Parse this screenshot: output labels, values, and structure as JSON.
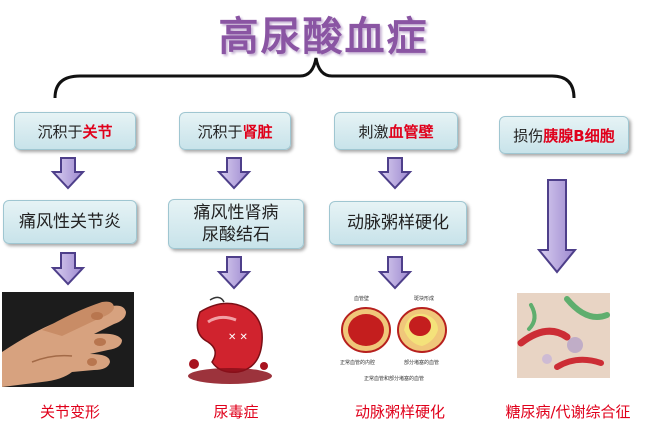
{
  "title": "高尿酸血症",
  "branches": [
    {
      "level1_prefix": "沉积于",
      "level1_highlight": "关节",
      "level2": [
        "痛风性关节炎"
      ],
      "outcome": "关节变形",
      "illustration": "deformed-hand"
    },
    {
      "level1_prefix": "沉积于",
      "level1_highlight": "肾脏",
      "level2": [
        "痛风性肾病",
        "尿酸结石"
      ],
      "outcome": "尿毒症",
      "illustration": "damaged-kidney"
    },
    {
      "level1_prefix": "刺激",
      "level1_highlight": "血管壁",
      "level2": [
        "动脉粥样硬化"
      ],
      "outcome": "动脉粥样硬化",
      "illustration": "artery-cross-section"
    },
    {
      "level1_prefix": "损伤",
      "level1_highlight": "胰腺B细胞",
      "level2": [],
      "outcome": "糖尿病/代谢综合征",
      "illustration": "pancreas-cells"
    }
  ],
  "artery_labels": {
    "left_top": "血管壁",
    "right_top": "斑块形成",
    "left_bottom": "正常血管的内腔",
    "right_bottom": "部分堵塞的血管",
    "caption": "正常血管和部分堵塞的血管"
  },
  "colors": {
    "title": "#8a55a3",
    "highlight": "#e0001b",
    "arrow_fill": "#b9a7dc",
    "arrow_stroke": "#4e3f8a",
    "box": "#d6ecf0"
  }
}
